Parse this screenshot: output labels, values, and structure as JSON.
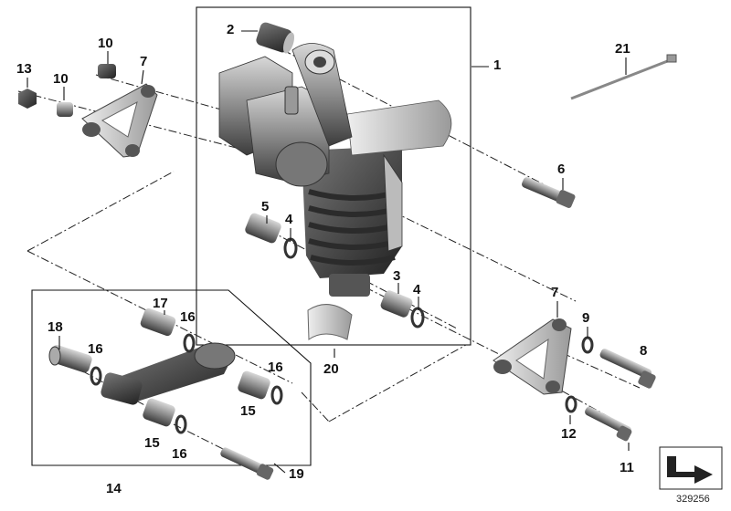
{
  "callouts": {
    "c1": "1",
    "c2": "2",
    "c3": "3",
    "c4a": "4",
    "c4b": "4",
    "c5": "5",
    "c6": "6",
    "c7a": "7",
    "c7b": "7",
    "c8": "8",
    "c9": "9",
    "c10a": "10",
    "c10b": "10",
    "c11": "11",
    "c12": "12",
    "c13": "13",
    "c14": "14",
    "c15a": "15",
    "c15b": "15",
    "c16a": "16",
    "c16b": "16",
    "c16c": "16",
    "c16d": "16",
    "c17": "17",
    "c18": "18",
    "c19": "19",
    "c20": "20",
    "c21": "21"
  },
  "reference_number": "329256",
  "icons": {
    "corner": "arrow-direction-icon"
  },
  "colors": {
    "line": "#111111",
    "part_dark": "#3a3a3a",
    "part_mid": "#8a8a8a",
    "part_light": "#c9c9c9"
  }
}
